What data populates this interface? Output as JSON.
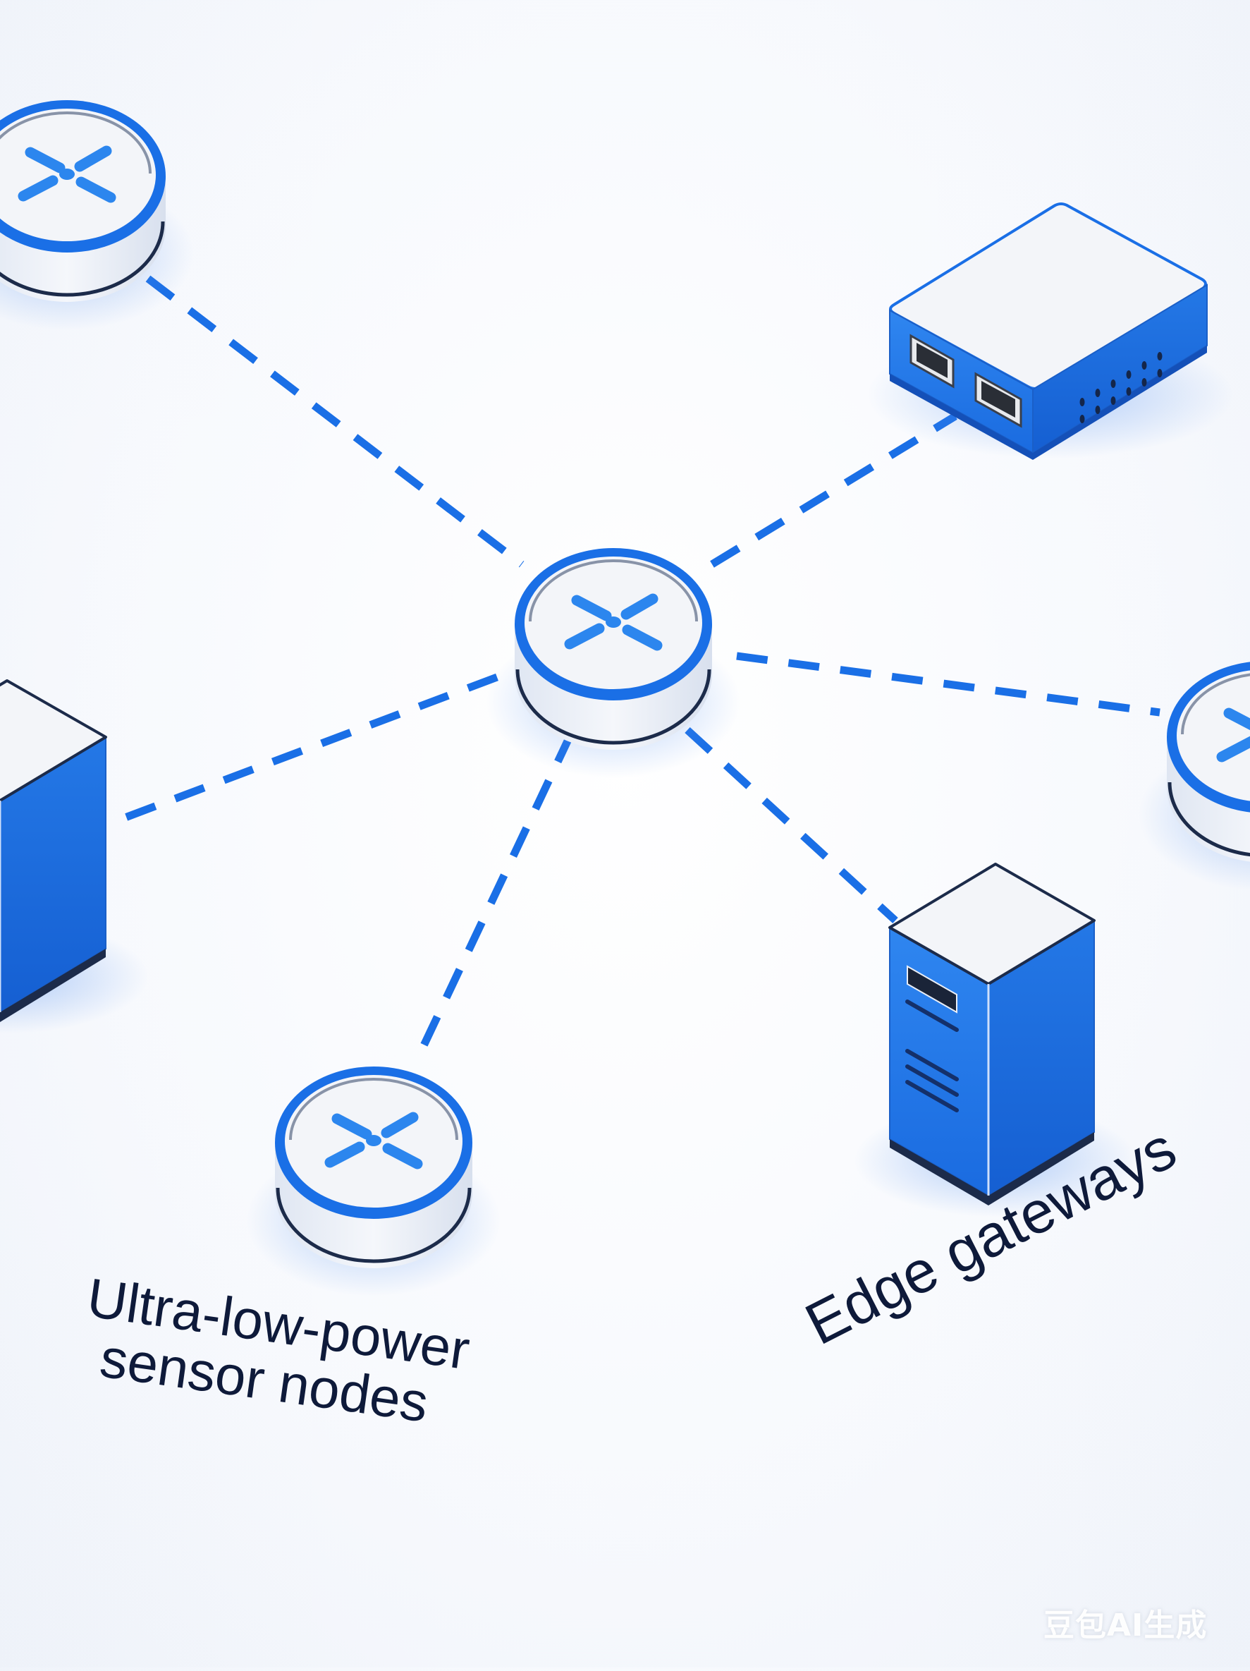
{
  "diagram": {
    "type": "network-topology",
    "style": "isometric",
    "accent_color": "#1a6fe6",
    "dark_outline_color": "#1c2b4a",
    "node_top_color": "#f4f6fa",
    "link_style": "dashed",
    "hub": {
      "id": "center-sensor",
      "kind": "sensor-node"
    },
    "nodes": [
      {
        "id": "sensor-top-left",
        "kind": "sensor-node"
      },
      {
        "id": "gateway-box-top-right",
        "kind": "edge-gateway-box",
        "ports": 2
      },
      {
        "id": "sensor-right",
        "kind": "sensor-node"
      },
      {
        "id": "tower-left",
        "kind": "edge-gateway-tower"
      },
      {
        "id": "sensor-bottom",
        "kind": "sensor-node"
      },
      {
        "id": "tower-bottom-right",
        "kind": "edge-gateway-tower"
      }
    ],
    "links": [
      {
        "from": "center-sensor",
        "to": "sensor-top-left"
      },
      {
        "from": "center-sensor",
        "to": "gateway-box-top-right"
      },
      {
        "from": "center-sensor",
        "to": "sensor-right"
      },
      {
        "from": "center-sensor",
        "to": "tower-left"
      },
      {
        "from": "center-sensor",
        "to": "sensor-bottom"
      },
      {
        "from": "center-sensor",
        "to": "tower-bottom-right"
      }
    ]
  },
  "labels": {
    "sensors_line1": "Ultra-low-power",
    "sensors_line2": "sensor nodes",
    "gateways": "Edge gateways"
  },
  "watermark": "豆包AI生成"
}
